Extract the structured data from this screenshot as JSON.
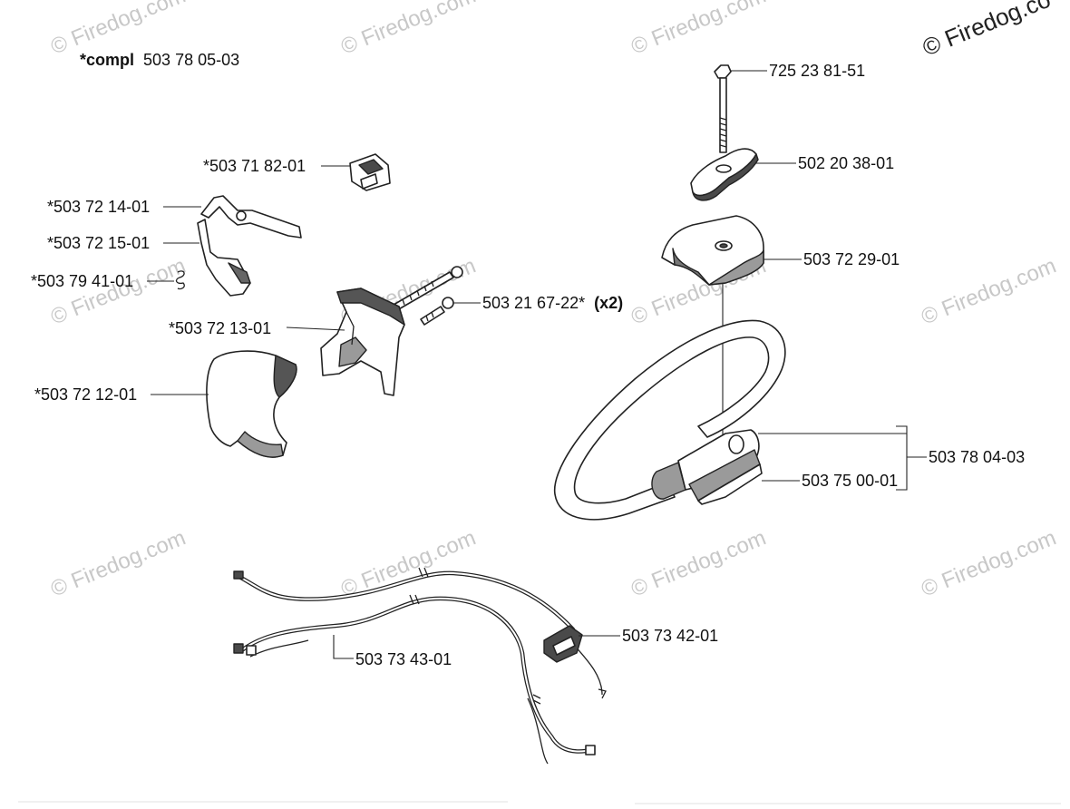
{
  "watermark": {
    "text": "© Firedog.com",
    "corner_text": "© Firedog.co"
  },
  "assembly_label": {
    "bold": "*compl",
    "number": "503 78 05-03"
  },
  "parts": {
    "p725": "725 23 81-51",
    "p502": "502 20 38-01",
    "p729": "503 72 29-01",
    "p718": "*503 71 82-01",
    "p714": "*503 72 14-01",
    "p715": "*503 72 15-01",
    "p941": "*503 79 41-01",
    "p216": "503 21 67-22*",
    "p216_qty": "(x2)",
    "p713": "*503 72 13-01",
    "p712": "*503 72 12-01",
    "p804": "503 78 04-03",
    "p500": "503 75 00-01",
    "p342": "503 73 42-01",
    "p343": "503 73 43-01"
  }
}
